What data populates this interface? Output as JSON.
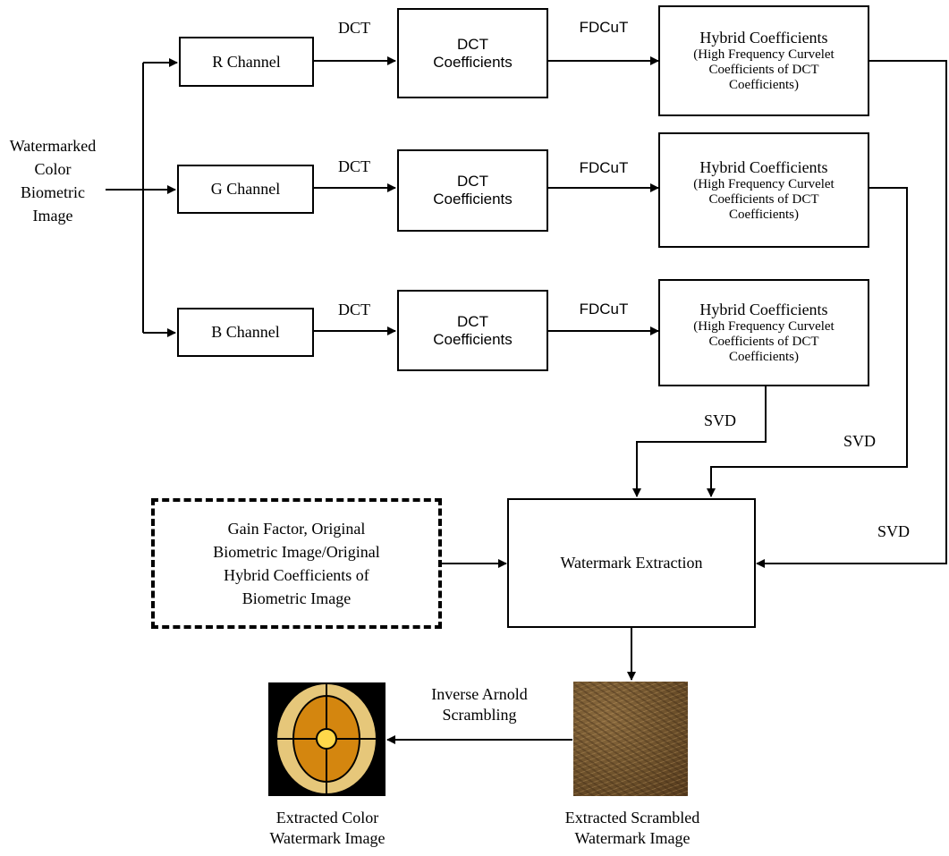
{
  "input_label": [
    "Watermarked",
    "Color",
    "Biometric",
    "Image"
  ],
  "channels": [
    {
      "channel": "R Channel",
      "transform1": "DCT",
      "dct_box": [
        "DCT",
        "Coefficients"
      ],
      "transform2": "FDCuT",
      "hybrid_title": "Hybrid Coefficients",
      "hybrid_detail": [
        "(High Frequency Curvelet",
        "Coefficients of DCT",
        "Coefficients)"
      ],
      "svd": "SVD"
    },
    {
      "channel": "G Channel",
      "transform1": "DCT",
      "dct_box": [
        "DCT",
        "Coefficients"
      ],
      "transform2": "FDCuT",
      "hybrid_title": "Hybrid Coefficients",
      "hybrid_detail": [
        "(High Frequency Curvelet",
        "Coefficients of DCT",
        "Coefficients)"
      ],
      "svd": "SVD"
    },
    {
      "channel": "B Channel",
      "transform1": "DCT",
      "dct_box": [
        "DCT",
        "Coefficients"
      ],
      "transform2": "FDCuT",
      "hybrid_title": "Hybrid Coefficients",
      "hybrid_detail": [
        "(High Frequency Curvelet",
        "Coefficients of DCT",
        "Coefficients)"
      ],
      "svd": "SVD"
    }
  ],
  "key_box": [
    "Gain Factor, Original",
    "Biometric Image/Original",
    "Hybrid Coefficients of",
    "Biometric Image"
  ],
  "extraction": "Watermark Extraction",
  "inverse_label": [
    "Inverse Arnold",
    "Scrambling"
  ],
  "scrambled_caption": [
    "Extracted Scrambled",
    "Watermark Image"
  ],
  "color_caption": [
    "Extracted Color",
    "Watermark Image"
  ],
  "watermark_colors": {
    "background": "#000000",
    "outer_ring": "#e6c77a",
    "inner_fill": "#d4860f",
    "center": "#ffd84a"
  }
}
